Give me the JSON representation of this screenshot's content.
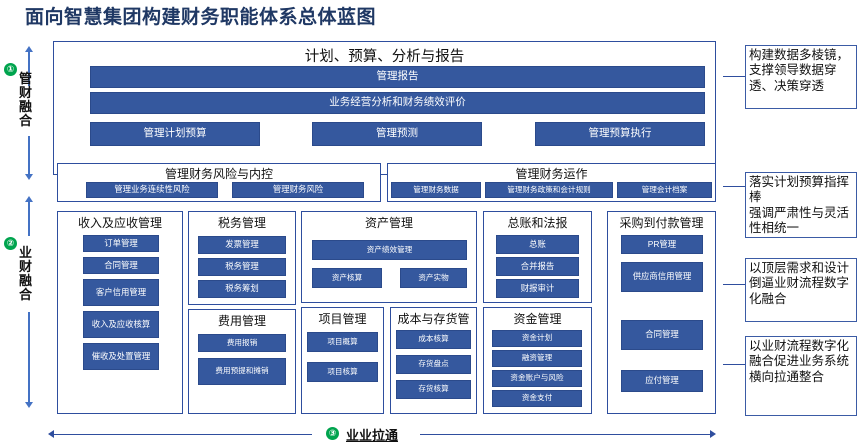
{
  "title": "面向智慧集团构建财务职能体系总体蓝图",
  "left_axis": [
    {
      "num": "①",
      "label": "管财融合"
    },
    {
      "num": "②",
      "label": "业财融合"
    }
  ],
  "bottom_axis": {
    "num": "③",
    "label": "业业拉通"
  },
  "layer1": {
    "heading": "计划、预算、分析与报告",
    "rows": [
      {
        "label": "管理报告"
      },
      {
        "label": "业务经营分析和财务绩效评价"
      }
    ],
    "bottom_chips": [
      "管理计划预算",
      "管理预测",
      "管理预算执行"
    ]
  },
  "layer2": [
    {
      "heading": "管理财务风险与内控",
      "chips": [
        "管理业务连续性风险",
        "管理财务风险"
      ]
    },
    {
      "heading": "管理财务运作",
      "chips": [
        "管理财务数据",
        "管理财务政策和会计规则",
        "管理会计档案"
      ]
    }
  ],
  "layer3": {
    "col1": [
      {
        "heading": "收入及应收管理",
        "chips": [
          "订单管理",
          "合同管理",
          "客户信用管理",
          "收入及应收核算",
          "催收及处置管理"
        ]
      }
    ],
    "col2": [
      {
        "heading": "税务管理",
        "chips": [
          "发票管理",
          "税务管理",
          "税务筹划"
        ]
      },
      {
        "heading": "费用管理",
        "chips": [
          "费用报销",
          "费用预提和摊销"
        ]
      }
    ],
    "col3": [
      {
        "heading": "资产管理",
        "chips": [
          "资产绩效管理",
          "资产核算",
          "资产实物"
        ]
      },
      {
        "heading": "项目管理",
        "chips": [
          "项目概算",
          "项目核算"
        ]
      },
      {
        "heading": "成本与存货管",
        "chips": [
          "成本核算",
          "存货盘点",
          "存货核算"
        ]
      }
    ],
    "col4": [
      {
        "heading": "总账和法报",
        "chips": [
          "总账",
          "合并报告",
          "财报审计"
        ]
      },
      {
        "heading": "资金管理",
        "chips": [
          "资金计划",
          "融资管理",
          "资金账户与风险",
          "资金支付"
        ]
      }
    ],
    "col5": [
      {
        "heading": "采购到付款管理",
        "chips": [
          "PR管理",
          "供应商信用管理",
          "合同管理",
          "应付管理"
        ]
      }
    ]
  },
  "callouts": [
    "构建数据多棱镜，支撑领导数据穿透、决策穿透",
    "落实计划预算指挥棒\n强调严肃性与灵活性相统一",
    "以顶层需求和设计倒逼业财流程数字化融合",
    "以业财流程数字化融合促进业务系统横向拉通整合"
  ],
  "colors": {
    "chip_fill": "#35589E",
    "panel_border": "#2E4E9E",
    "title_color": "#1F3864",
    "accent_green": "#00A44E",
    "axis_blue": "#4472C4"
  }
}
